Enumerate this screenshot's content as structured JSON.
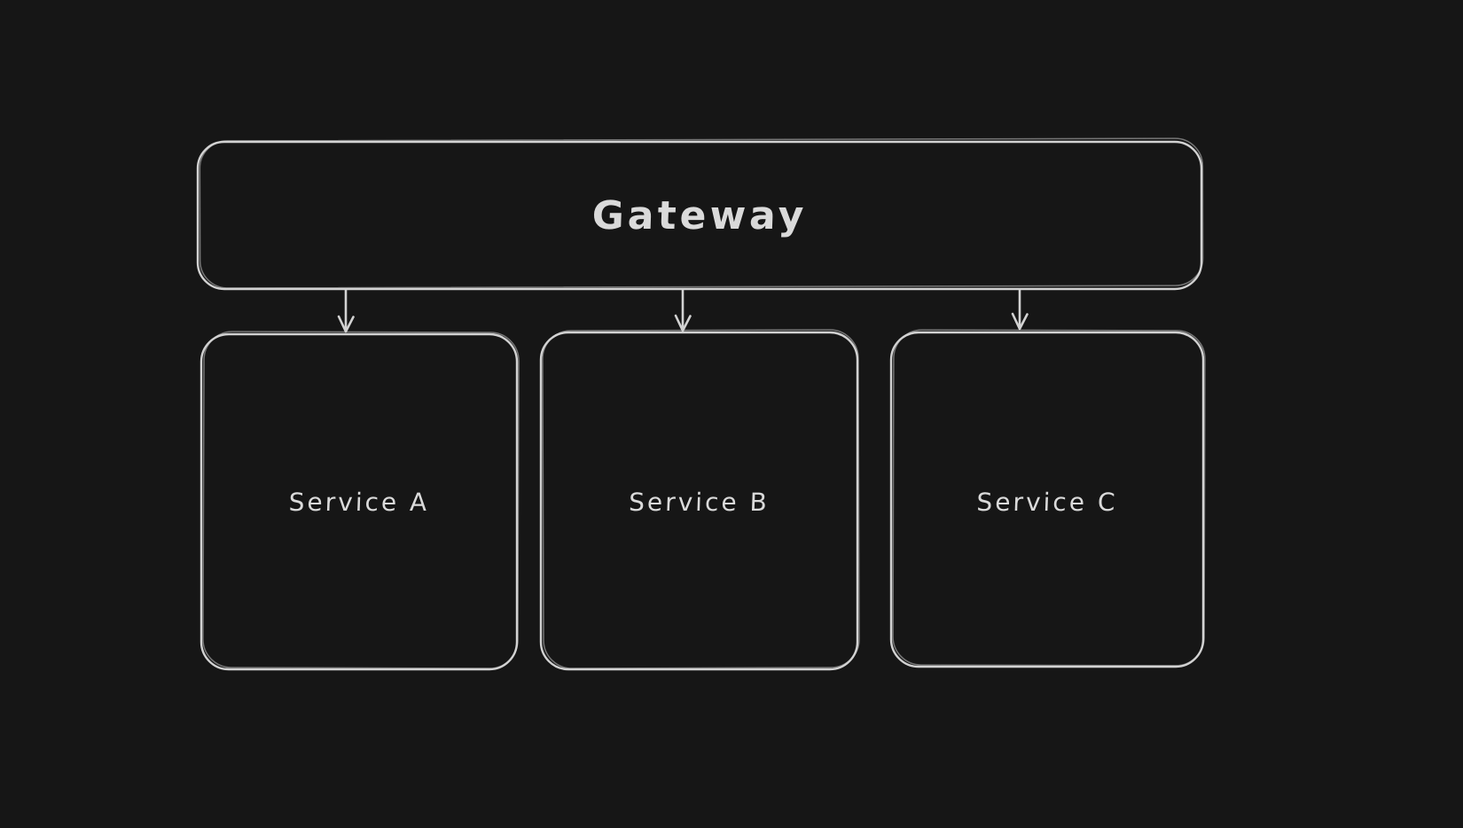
{
  "diagram": {
    "type": "flowchart",
    "style": "hand-drawn-sketch-dark",
    "nodes": [
      {
        "id": "gateway",
        "label": "Gateway",
        "shape": "rounded-rectangle"
      },
      {
        "id": "service_a",
        "label": "Service A",
        "shape": "rounded-rectangle"
      },
      {
        "id": "service_b",
        "label": "Service B",
        "shape": "rounded-rectangle"
      },
      {
        "id": "service_c",
        "label": "Service C",
        "shape": "rounded-rectangle"
      }
    ],
    "edges": [
      {
        "from": "Gateway",
        "to": "Service A",
        "style": "arrow-down"
      },
      {
        "from": "Gateway",
        "to": "Service B",
        "style": "arrow-down"
      },
      {
        "from": "Gateway",
        "to": "Service C",
        "style": "arrow-down"
      }
    ],
    "colors": {
      "background": "#161616",
      "stroke": "#d2d2d2",
      "text": "#dadada"
    }
  }
}
